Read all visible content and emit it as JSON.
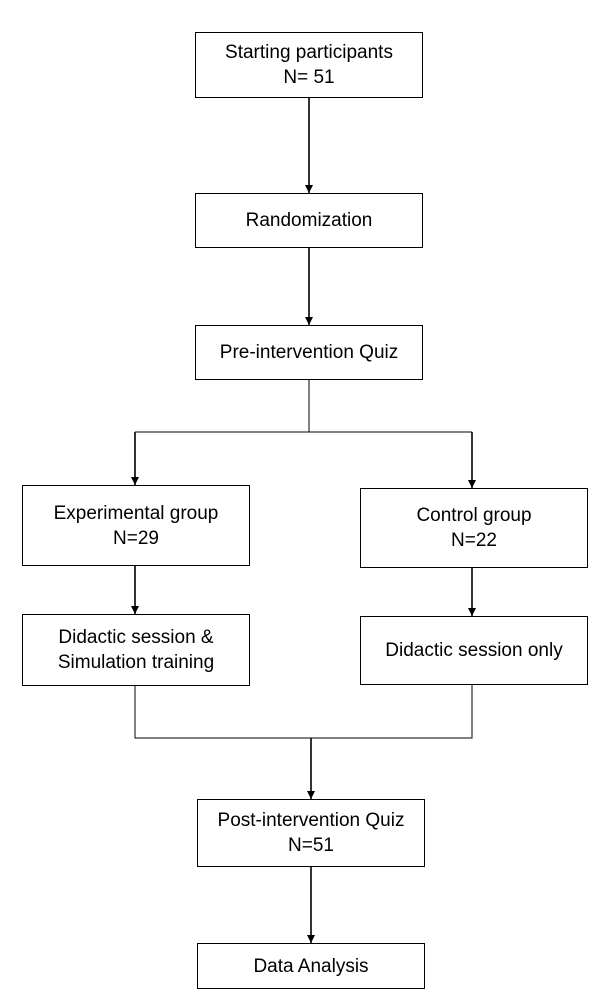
{
  "flowchart": {
    "starting": {
      "line1": "Starting participants",
      "line2": "N= 51"
    },
    "randomization": {
      "label": "Randomization"
    },
    "pre_quiz": {
      "label": "Pre-intervention Quiz"
    },
    "experimental": {
      "line1": "Experimental group",
      "line2": "N=29"
    },
    "control": {
      "line1": "Control group",
      "line2": "N=22"
    },
    "experimental_session": {
      "line1": "Didactic session &",
      "line2": "Simulation training"
    },
    "control_session": {
      "label": "Didactic session only"
    },
    "post_quiz": {
      "line1": "Post-intervention Quiz",
      "line2": "N=51"
    },
    "analysis": {
      "label": "Data Analysis"
    }
  }
}
